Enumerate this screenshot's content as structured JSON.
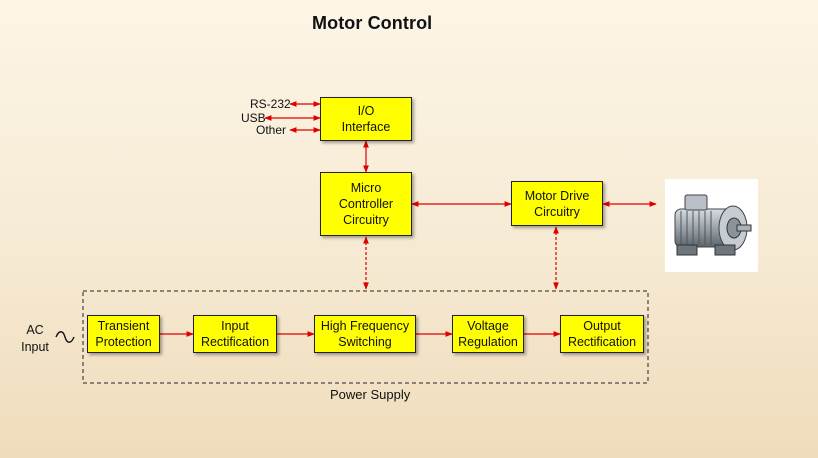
{
  "diagram": {
    "title": "Motor Control",
    "io_interface": {
      "label": "I/O\nInterface"
    },
    "io_ports": [
      "RS-232",
      "USB",
      "Other"
    ],
    "micro_controller": {
      "label": "Micro\nController\nCircuitry"
    },
    "motor_drive": {
      "label": "Motor Drive\nCircuitry"
    },
    "power_supply": {
      "label": "Power Supply",
      "stages": [
        "Transient\nProtection",
        "Input\nRectification",
        "High Frequency\nSwitching",
        "Voltage\nRegulation",
        "Output\nRectification"
      ]
    },
    "ac_input": {
      "label": "AC\nInput",
      "symbol": "~"
    },
    "colors": {
      "box_fill": "#ffff00",
      "arrow": "#e00000"
    },
    "motor_image": "electric-motor"
  }
}
